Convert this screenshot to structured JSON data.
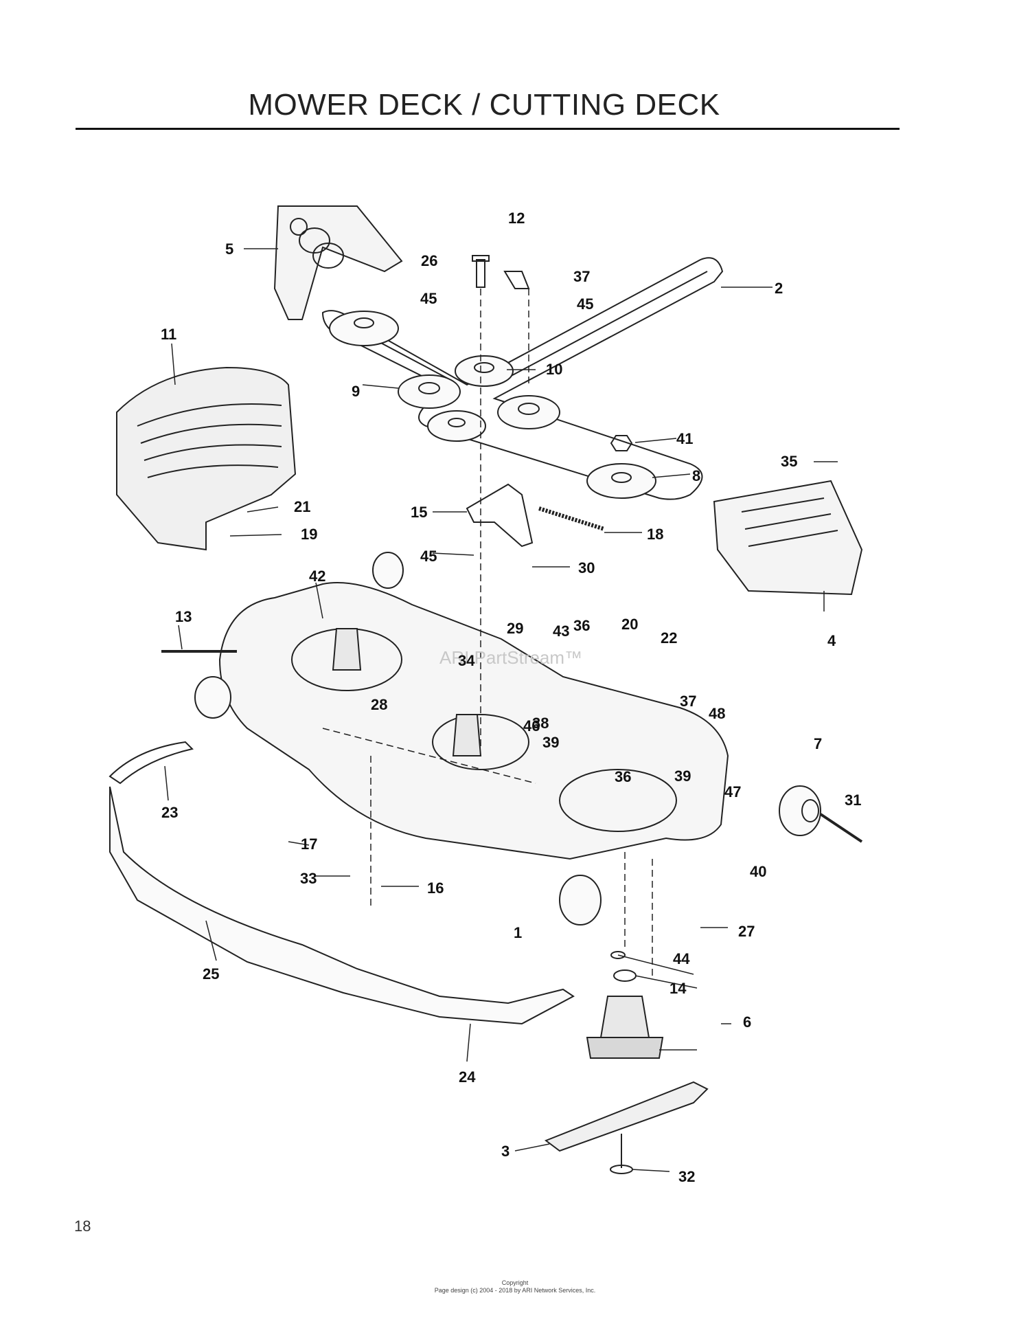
{
  "page": {
    "title": "MOWER DECK / CUTTING DECK",
    "page_number": "18",
    "watermark": "ARI PartStream™",
    "copyright_line1": "Copyright",
    "copyright_line2": "Page design (c) 2004 - 2018 by ARI Network Services, Inc."
  },
  "callouts": [
    "1",
    "2",
    "3",
    "4",
    "5",
    "6",
    "7",
    "8",
    "9",
    "10",
    "11",
    "12",
    "13",
    "14",
    "15",
    "16",
    "17",
    "18",
    "19",
    "20",
    "21",
    "22",
    "23",
    "24",
    "25",
    "26",
    "27",
    "28",
    "29",
    "30",
    "31",
    "32",
    "33",
    "34",
    "35",
    "36",
    "36",
    "37",
    "37",
    "38",
    "39",
    "39",
    "40",
    "41",
    "42",
    "43",
    "44",
    "45",
    "45",
    "45",
    "46",
    "47",
    "48"
  ]
}
